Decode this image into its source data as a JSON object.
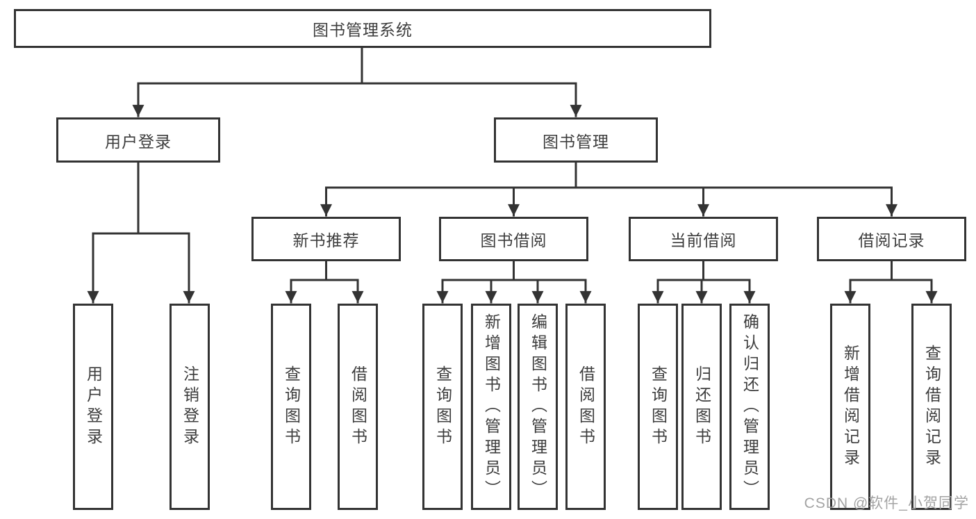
{
  "diagram_title": "图书管理系统",
  "watermark": "CSDN @软件_小贺同学",
  "colors": {
    "line": "#333333",
    "box_border": "#333333",
    "text": "#3d3d3d",
    "watermark": "#9e9e9e",
    "background": "#ffffff"
  },
  "nodes": {
    "root": {
      "label": "图书管理系统"
    },
    "level2": [
      {
        "label": "用户登录"
      },
      {
        "label": "图书管理"
      }
    ],
    "level3": [
      {
        "label": "新书推荐",
        "parent": "图书管理"
      },
      {
        "label": "图书借阅",
        "parent": "图书管理"
      },
      {
        "label": "当前借阅",
        "parent": "图书管理"
      },
      {
        "label": "借阅记录",
        "parent": "图书管理"
      }
    ],
    "leaves": [
      {
        "label": "用户登录",
        "parent": "用户登录"
      },
      {
        "label": "注销登录",
        "parent": "用户登录"
      },
      {
        "label": "查询图书",
        "parent": "新书推荐"
      },
      {
        "label": "借阅图书",
        "parent": "新书推荐"
      },
      {
        "label": "查询图书",
        "parent": "图书借阅"
      },
      {
        "label": "新增图书（管理员）",
        "parent": "图书借阅"
      },
      {
        "label": "编辑图书（管理员）",
        "parent": "图书借阅"
      },
      {
        "label": "借阅图书",
        "parent": "图书借阅"
      },
      {
        "label": "查询图书",
        "parent": "当前借阅"
      },
      {
        "label": "归还图书",
        "parent": "当前借阅"
      },
      {
        "label": "确认归还（管理员）",
        "parent": "当前借阅"
      },
      {
        "label": "新增借阅记录",
        "parent": "借阅记录"
      },
      {
        "label": "查询借阅记录",
        "parent": "借阅记录"
      }
    ]
  }
}
